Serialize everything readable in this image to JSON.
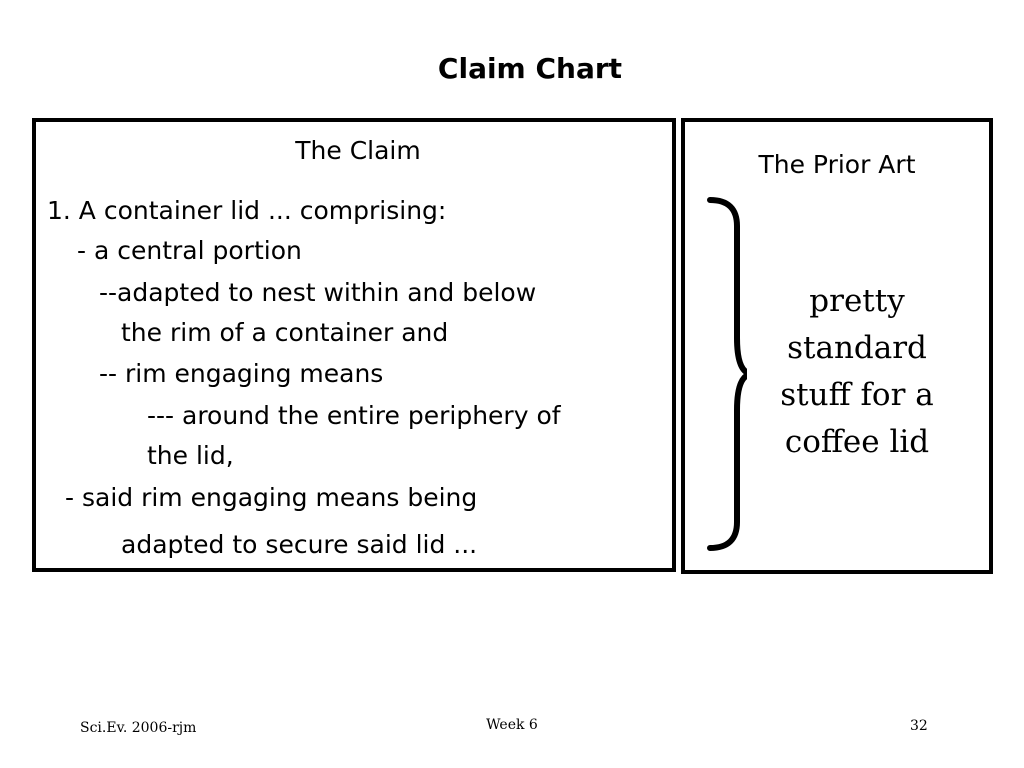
{
  "slide": {
    "title": "Claim Chart"
  },
  "claim": {
    "heading": "The Claim",
    "lines": [
      "1.  A container lid ... comprising:",
      "- a central portion",
      "--adapted to nest within and below",
      "the rim of a container and",
      "-- rim engaging means",
      "--- around the entire periphery of",
      "the lid,",
      "- said rim engaging means being",
      "adapted to secure said lid ..."
    ]
  },
  "prior_art": {
    "heading": "The Prior Art",
    "lines": [
      "pretty",
      "standard",
      "stuff for a",
      "coffee lid"
    ]
  },
  "footer": {
    "left": "Sci.Ev. 2006-rjm",
    "center": "Week 6",
    "right": "32"
  }
}
